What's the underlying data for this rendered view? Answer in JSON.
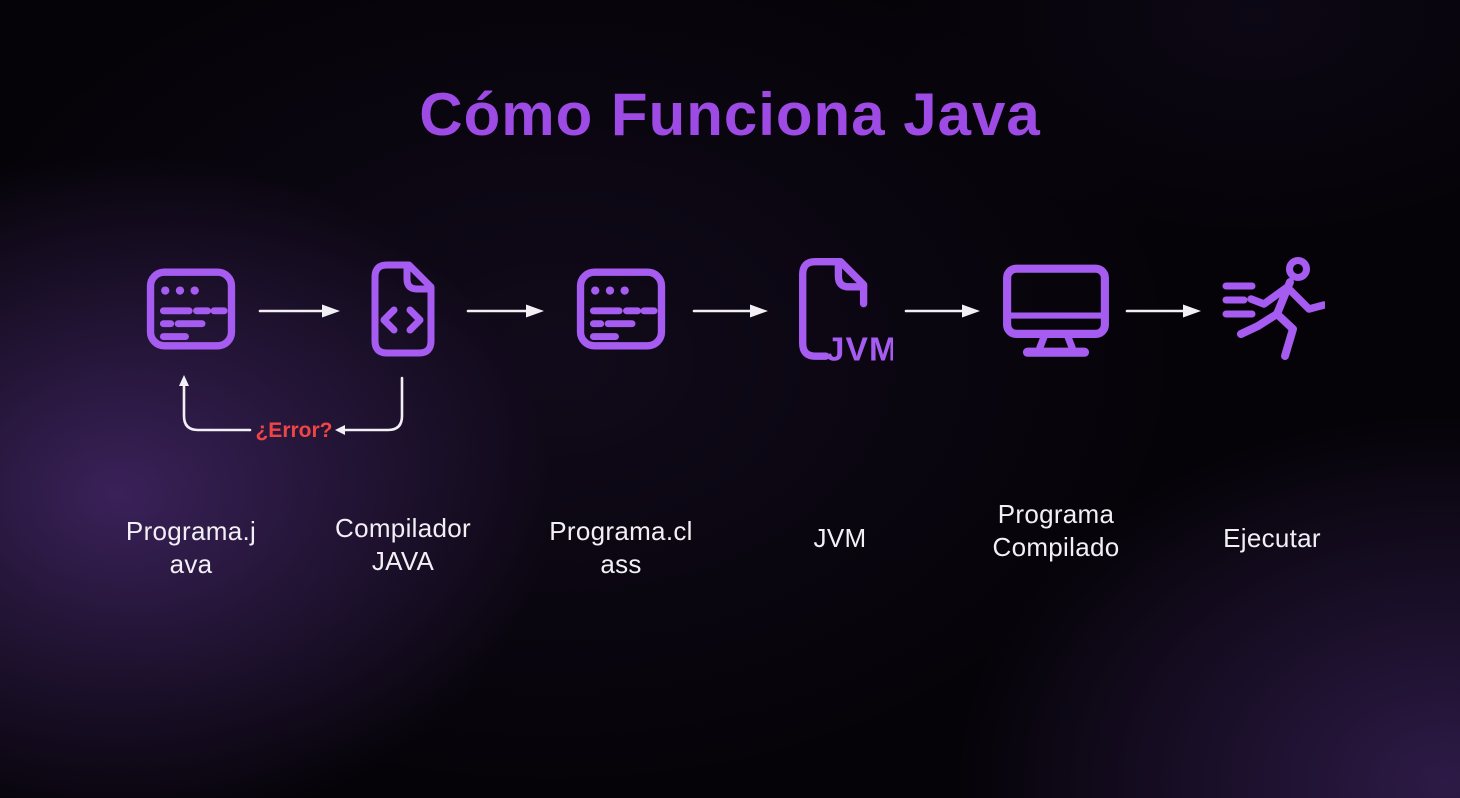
{
  "title": "Cómo Funciona Java",
  "colors": {
    "accent_purple": "#a65cf0",
    "title_purple": "#9d4be4",
    "arrow_white": "#f2f0f4",
    "error_red": "#ef4545",
    "label_white": "#f2eff5",
    "background_base": "#050308"
  },
  "flow": {
    "steps": [
      {
        "icon": "code-window-icon",
        "label": "Programa.j\nava"
      },
      {
        "icon": "code-file-icon",
        "label": "Compilador\nJAVA"
      },
      {
        "icon": "code-window-icon",
        "label": "Programa.cl\nass"
      },
      {
        "icon": "jvm-file-icon",
        "label": "JVM",
        "icon_text": "JVM"
      },
      {
        "icon": "monitor-icon",
        "label": "Programa\nCompilado"
      },
      {
        "icon": "runner-icon",
        "label": "Ejecutar"
      }
    ],
    "error_loop_label": "¿Error?"
  }
}
